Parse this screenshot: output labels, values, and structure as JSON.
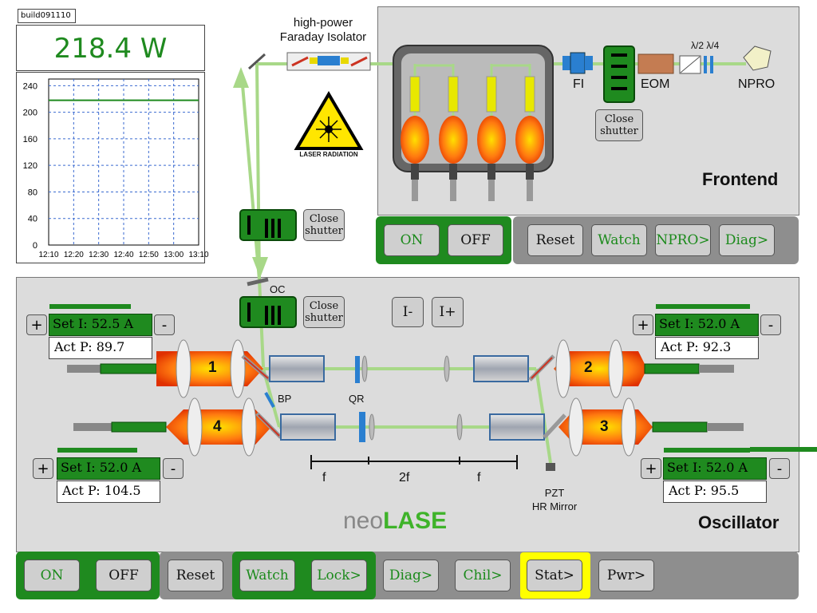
{
  "build_label": "build091110",
  "power_readout": "218.4 W",
  "power_chart": {
    "chart_data": {
      "type": "line",
      "title": "",
      "xlabel": "",
      "ylabel": "",
      "x_ticks": [
        "12:10",
        "12:20",
        "12:30",
        "12:40",
        "12:50",
        "13:00",
        "13:10"
      ],
      "y_ticks": [
        "0",
        "40",
        "80",
        "120",
        "160",
        "200",
        "240"
      ],
      "ylim": [
        0,
        250
      ],
      "grid": true,
      "series": [
        {
          "values": [
            218,
            218,
            218,
            218,
            218,
            218,
            218
          ]
        }
      ]
    }
  },
  "labels": {
    "faraday_isolator": [
      "high-power",
      "Faraday Isolator"
    ],
    "laser_radiation": "LASER RADIATION",
    "fi": "FI",
    "eom": "EOM",
    "waveplates": "λ/2 λ/4",
    "npro": "NPRO",
    "frontend": "Frontend",
    "oscillator": "Oscillator",
    "oc": "OC",
    "bp": "BP",
    "qr": "QR",
    "f1": "f",
    "f2f": "2f",
    "f3": "f",
    "pzt": [
      "PZT",
      "HR Mirror"
    ],
    "brand_neo": "neo",
    "brand_lase": "LASE",
    "head1": "1",
    "head2": "2",
    "head3": "3",
    "head4": "4"
  },
  "shutters": {
    "frontend": [
      "Close",
      "shutter"
    ],
    "mid": [
      "Close",
      "shutter"
    ],
    "oc": [
      "Close",
      "shutter"
    ]
  },
  "frontend_buttons": {
    "on": "ON",
    "off": "OFF",
    "reset": "Reset",
    "watch": "Watch",
    "npro": "NPRO>",
    "diag": "Diag>"
  },
  "oscillator_buttons": {
    "on": "ON",
    "off": "OFF",
    "reset": "Reset",
    "watch": "Watch",
    "lock": "Lock>",
    "diag": "Diag>",
    "chil": "Chil>",
    "stat": "Stat>",
    "pwr": "Pwr>"
  },
  "current_buttons": {
    "minus": "I-",
    "plus": "I+"
  },
  "heads": {
    "h1": {
      "set": "Set I: 52.5 A",
      "act": "Act P: 89.7"
    },
    "h2": {
      "set": "Set I: 52.0 A",
      "act": "Act P: 92.3"
    },
    "h4": {
      "set": "Set I: 52.0 A",
      "act": "Act P: 104.5"
    },
    "h3": {
      "set": "Set I: 52.0 A",
      "act": "Act P: 95.5"
    }
  },
  "pm_labels": {
    "plus": "+",
    "minus": "-"
  },
  "colors": {
    "green": "#1f8a1f",
    "beam": "#a8d888",
    "panel": "#dcdcdc",
    "highlight": "#ffff00"
  }
}
